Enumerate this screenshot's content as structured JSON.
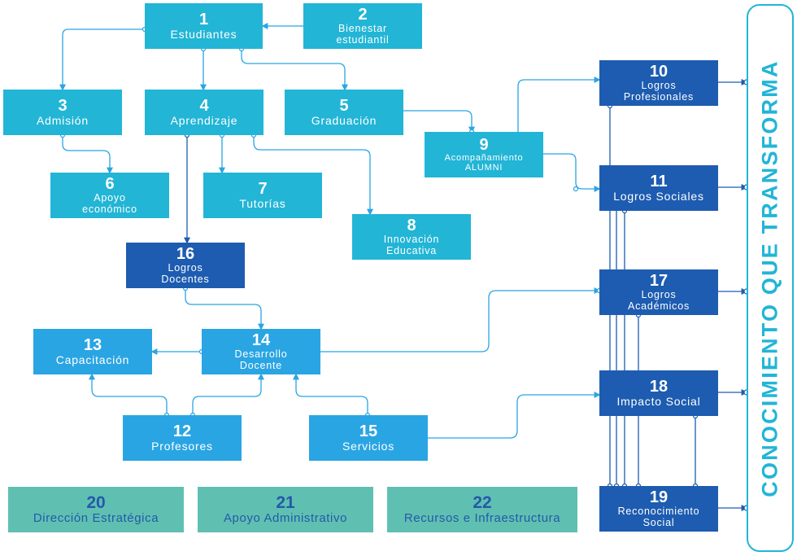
{
  "nodes": {
    "n1": {
      "num": "1",
      "label": "Estudiantes"
    },
    "n2": {
      "num": "2",
      "label": "Bienestar\nestudiantil"
    },
    "n3": {
      "num": "3",
      "label": "Admisión"
    },
    "n4": {
      "num": "4",
      "label": "Aprendizaje"
    },
    "n5": {
      "num": "5",
      "label": "Graduación"
    },
    "n6": {
      "num": "6",
      "label": "Apoyo\neconómico"
    },
    "n7": {
      "num": "7",
      "label": "Tutorías"
    },
    "n8": {
      "num": "8",
      "label": "Innovación\nEducativa"
    },
    "n9": {
      "num": "9",
      "label": "Acompañamiento\nALUMNI"
    },
    "n10": {
      "num": "10",
      "label": "Logros\nProfesionales"
    },
    "n11": {
      "num": "11",
      "label": "Logros Sociales"
    },
    "n12": {
      "num": "12",
      "label": "Profesores"
    },
    "n13": {
      "num": "13",
      "label": "Capacitación"
    },
    "n14": {
      "num": "14",
      "label": "Desarrollo\nDocente"
    },
    "n15": {
      "num": "15",
      "label": "Servicios"
    },
    "n16": {
      "num": "16",
      "label": "Logros\nDocentes"
    },
    "n17": {
      "num": "17",
      "label": "Logros\nAcadémicos"
    },
    "n18": {
      "num": "18",
      "label": "Impacto Social"
    },
    "n19": {
      "num": "19",
      "label": "Reconocimiento\nSocial"
    },
    "n20": {
      "num": "20",
      "label": "Dirección Estratégica"
    },
    "n21": {
      "num": "21",
      "label": "Apoyo Administrativo"
    },
    "n22": {
      "num": "22",
      "label": "Recursos e Infraestructura"
    }
  },
  "side_banner": "CONOCIMIENTO QUE TRANSFORMA",
  "colors": {
    "cyan": "#22b5d6",
    "mid_blue": "#2aa5e3",
    "navy": "#1d5cb0",
    "teal": "#5fc0b2",
    "teal_text": "#2559a8",
    "connector": "#2aa5e3",
    "navy_connector": "#1d5cb0"
  }
}
